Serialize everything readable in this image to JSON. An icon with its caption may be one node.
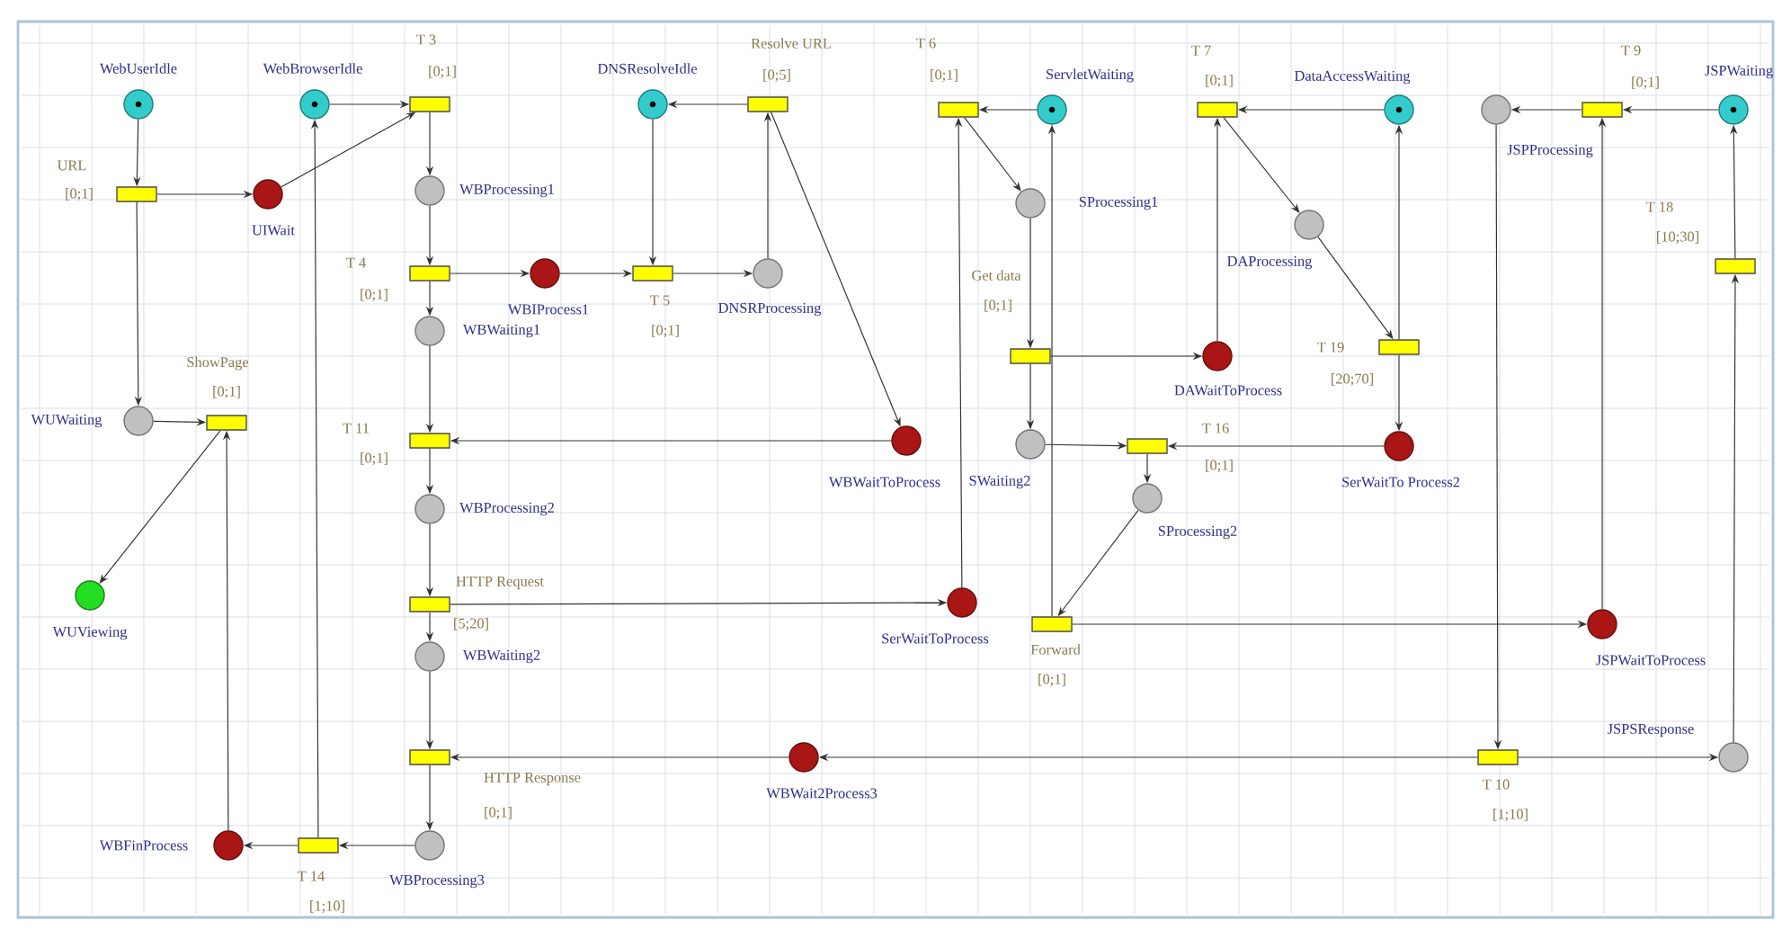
{
  "diagram": {
    "nodes": [
      {
        "text": [
          "WebUserIdle"
        ]
      },
      {
        "text": [
          "WebBrowserIdle"
        ]
      },
      {
        "text": [
          "URL",
          "[0;1]"
        ]
      },
      {
        "text": [
          "T 3",
          "[0;1]"
        ]
      },
      {
        "text": [
          "UIWait"
        ]
      },
      {
        "text": [
          "WBProcessing1"
        ]
      },
      {
        "text": [
          "T 4",
          "[0;1]"
        ]
      },
      {
        "text": [
          "WBIProcess1"
        ]
      },
      {
        "text": [
          "WBWaiting1"
        ]
      },
      {
        "text": [
          "DNSResolveIdle"
        ]
      },
      {
        "text": [
          "Resolve URL",
          "[0;5]"
        ]
      },
      {
        "text": [
          "T 5",
          "[0;1]"
        ]
      },
      {
        "text": [
          "DNSRProcessing"
        ]
      },
      {
        "text": [
          "WUWaiting"
        ]
      },
      {
        "text": [
          "ShowPage",
          "[0;1]"
        ]
      },
      {
        "text": [
          "T 11",
          "[0;1]"
        ]
      },
      {
        "text": [
          "WBWaitToProcess"
        ]
      },
      {
        "text": [
          "WUViewing"
        ]
      },
      {
        "text": [
          "WBProcessing2"
        ]
      },
      {
        "text": [
          "HTTP Request",
          "[5;20]"
        ]
      },
      {
        "text": [
          "WBWaiting2"
        ]
      },
      {
        "text": [
          "HTTP Response",
          "[0;1]"
        ]
      },
      {
        "text": [
          "WBFinProcess"
        ]
      },
      {
        "text": [
          "T 14",
          "[1;10]"
        ]
      },
      {
        "text": [
          "WBProcessing3"
        ]
      },
      {
        "text": [
          "WBWait2Process3"
        ]
      },
      {
        "text": [
          "T 6",
          "[0;1]"
        ]
      },
      {
        "text": [
          "ServletWaiting"
        ]
      },
      {
        "text": [
          "SProcessing1"
        ]
      },
      {
        "text": [
          "Get data",
          "[0;1]"
        ]
      },
      {
        "text": [
          "SWaiting2"
        ]
      },
      {
        "text": [
          "T 16",
          "[0;1]"
        ]
      },
      {
        "text": [
          "SProcessing2"
        ]
      },
      {
        "text": [
          "SerWaitToProcess"
        ]
      },
      {
        "text": [
          "Forward",
          "[0;1]"
        ]
      },
      {
        "text": [
          "T 7",
          "[0;1]"
        ]
      },
      {
        "text": [
          "DataAccessWaiting"
        ]
      },
      {
        "text": [
          "DAWaitToProcess"
        ]
      },
      {
        "text": [
          "DAProcessing"
        ]
      },
      {
        "text": [
          "T 19",
          "[20;70]"
        ]
      },
      {
        "text": [
          "SerWaitTo Process2"
        ]
      },
      {
        "text": [
          "JSPProcessing"
        ]
      },
      {
        "text": [
          "T 9",
          "[0;1]"
        ]
      },
      {
        "text": [
          "JSPWaiting"
        ]
      },
      {
        "text": [
          "T 18",
          "[10;30]"
        ]
      },
      {
        "text": [
          "JSPWaitToProcess"
        ]
      },
      {
        "text": [
          "T 10",
          "[1;10]"
        ]
      },
      {
        "text": [
          "JSPSResponse"
        ]
      }
    ],
    "edges": [
      {
        "from": 0,
        "to": 2,
        "arrow": "to"
      },
      {
        "from": 2,
        "to": 4,
        "arrow": "to"
      },
      {
        "from": 2,
        "to": 13,
        "arrow": "to"
      },
      {
        "from": 1,
        "to": 3,
        "arrow": "to"
      },
      {
        "from": 4,
        "to": 3,
        "arrow": "to"
      },
      {
        "from": 3,
        "to": 5,
        "arrow": "to"
      },
      {
        "from": 5,
        "to": 6,
        "arrow": "to"
      },
      {
        "from": 6,
        "to": 7,
        "arrow": "to"
      },
      {
        "from": 6,
        "to": 8,
        "arrow": "to"
      },
      {
        "from": 7,
        "to": 11,
        "arrow": "to"
      },
      {
        "from": 9,
        "to": 11,
        "arrow": "to"
      },
      {
        "from": 11,
        "to": 12,
        "arrow": "to"
      },
      {
        "from": 12,
        "to": 10,
        "arrow": "to"
      },
      {
        "from": 10,
        "to": 9,
        "arrow": "to"
      },
      {
        "from": 10,
        "to": 16,
        "arrow": "to"
      },
      {
        "from": 16,
        "to": 15,
        "arrow": "to"
      },
      {
        "from": 8,
        "to": 15,
        "arrow": "to"
      },
      {
        "from": 15,
        "to": 18,
        "arrow": "to"
      },
      {
        "from": 13,
        "to": 14,
        "arrow": "to"
      },
      {
        "from": 14,
        "to": 17,
        "arrow": "to"
      },
      {
        "from": 22,
        "to": 14,
        "arrow": "to"
      },
      {
        "from": 23,
        "to": 1,
        "arrow": "to"
      },
      {
        "from": 18,
        "to": 19,
        "arrow": "to"
      },
      {
        "from": 19,
        "to": 20,
        "arrow": "to"
      },
      {
        "from": 19,
        "to": 33,
        "arrow": "to"
      },
      {
        "from": 20,
        "to": 21,
        "arrow": "to"
      },
      {
        "from": 21,
        "to": 24,
        "arrow": "to"
      },
      {
        "from": 24,
        "to": 23,
        "arrow": "to"
      },
      {
        "from": 23,
        "to": 22,
        "arrow": "to"
      },
      {
        "from": 25,
        "to": 21,
        "arrow": "to"
      },
      {
        "from": 46,
        "to": 25,
        "arrow": "to"
      },
      {
        "from": 33,
        "to": 26,
        "arrow": "to"
      },
      {
        "from": 27,
        "to": 26,
        "arrow": "to"
      },
      {
        "from": 26,
        "to": 28,
        "arrow": "to"
      },
      {
        "from": 28,
        "to": 29,
        "arrow": "to"
      },
      {
        "from": 29,
        "to": 37,
        "arrow": "to"
      },
      {
        "from": 29,
        "to": 30,
        "arrow": "to"
      },
      {
        "from": 30,
        "to": 31,
        "arrow": "to"
      },
      {
        "from": 40,
        "to": 31,
        "arrow": "to"
      },
      {
        "from": 31,
        "to": 32,
        "arrow": "to"
      },
      {
        "from": 32,
        "to": 34,
        "arrow": "to"
      },
      {
        "from": 34,
        "to": 27,
        "arrow": "to"
      },
      {
        "from": 34,
        "to": 45,
        "arrow": "to"
      },
      {
        "from": 37,
        "to": 35,
        "arrow": "to"
      },
      {
        "from": 36,
        "to": 35,
        "arrow": "to"
      },
      {
        "from": 35,
        "to": 38,
        "arrow": "to"
      },
      {
        "from": 38,
        "to": 39,
        "arrow": "to"
      },
      {
        "from": 39,
        "to": 40,
        "arrow": "to"
      },
      {
        "from": 39,
        "to": 36,
        "arrow": "to"
      },
      {
        "from": 43,
        "to": 42,
        "arrow": "to"
      },
      {
        "from": 42,
        "to": 41,
        "arrow": "to"
      },
      {
        "from": 45,
        "to": 42,
        "arrow": "to"
      },
      {
        "from": 41,
        "to": 46,
        "arrow": "to"
      },
      {
        "from": 46,
        "to": 47,
        "arrow": "to"
      },
      {
        "from": 47,
        "to": 44,
        "arrow": "to"
      },
      {
        "from": 44,
        "to": 43,
        "arrow": "to"
      }
    ]
  }
}
